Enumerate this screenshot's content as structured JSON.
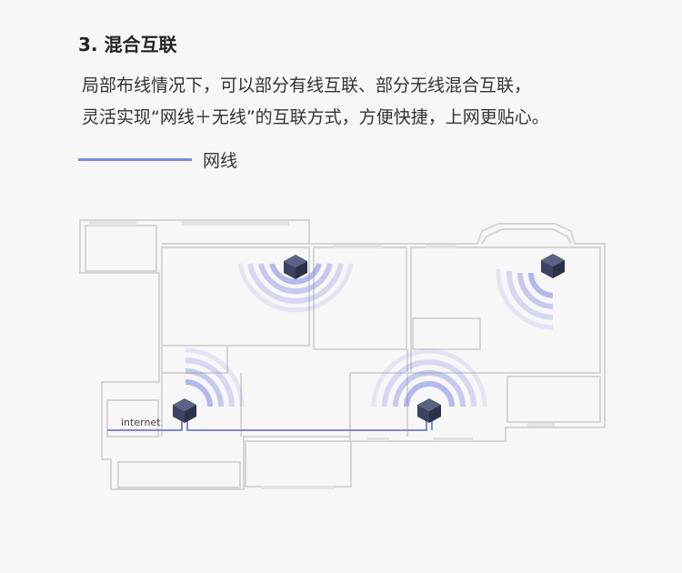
{
  "heading": "3. 混合互联",
  "description": {
    "line1": "局部布线情况下，可以部分有线互联、部分无线混合互联，",
    "line2": "灵活实现“网线＋无线”的互联方式，方便快捷，上网更贴心。"
  },
  "legend": {
    "label": "网线",
    "color": "#7d88e0"
  },
  "diagram": {
    "internet_label": "internet",
    "node_color": "#3d4260",
    "wifi_color": "#7d88e0",
    "wall_color": "#d6d6d6",
    "nodes": [
      {
        "name": "router-node-top-center",
        "wifi": "down"
      },
      {
        "name": "router-node-top-right",
        "wifi": "down-left"
      },
      {
        "name": "router-node-left",
        "wifi": "up-right"
      },
      {
        "name": "router-node-center",
        "wifi": "up"
      }
    ]
  }
}
